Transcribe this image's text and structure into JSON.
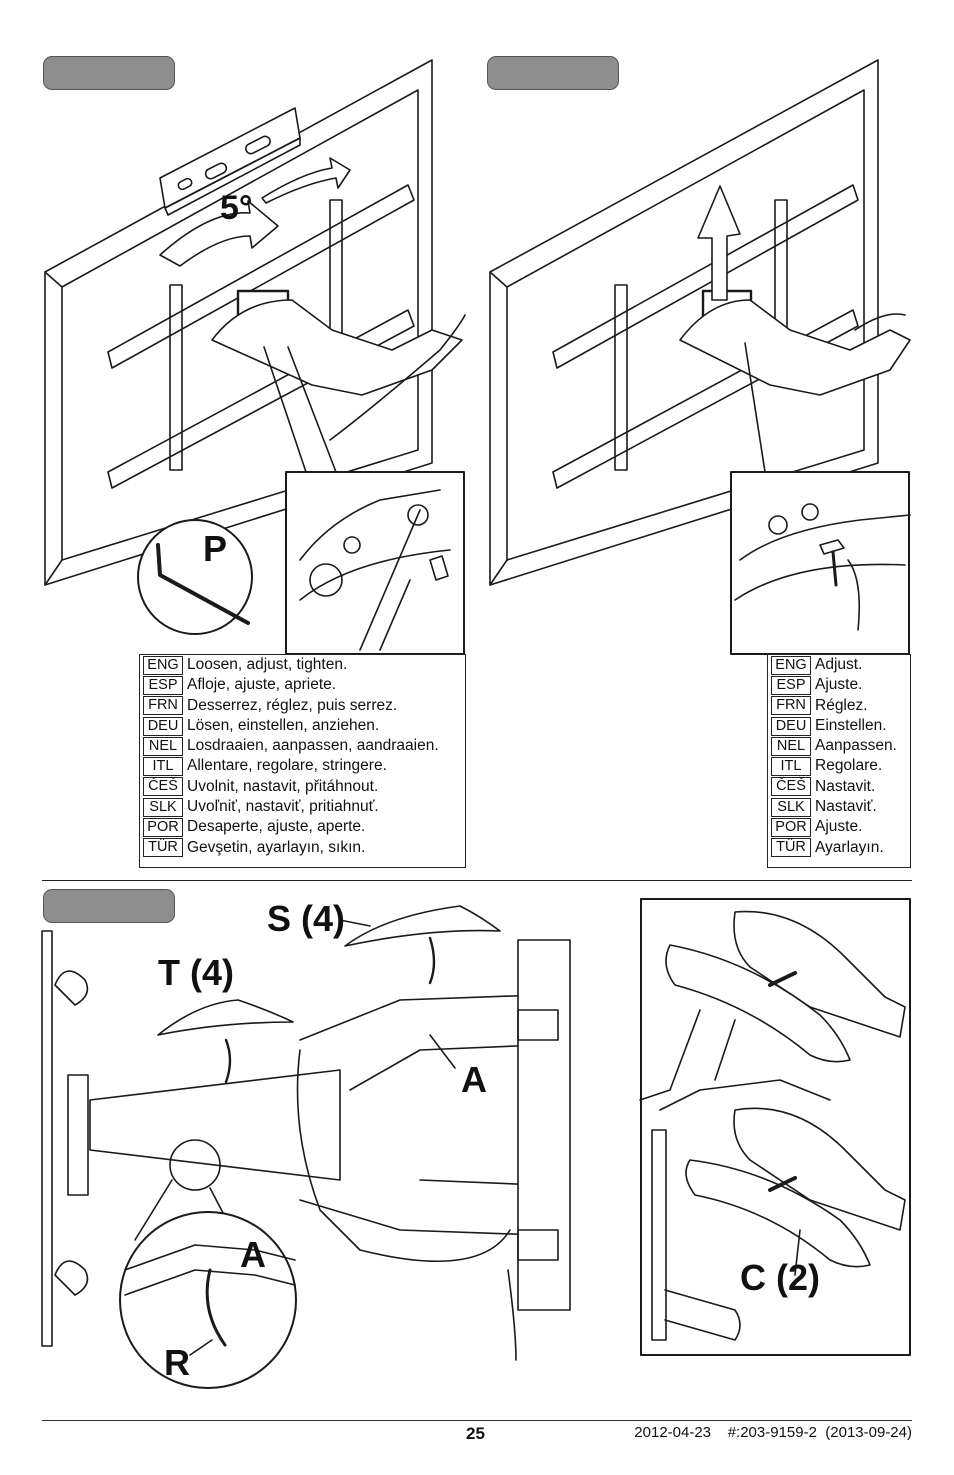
{
  "panel_labels": {
    "deg": "5°",
    "p": "P",
    "s": "S (4)",
    "t": "T (4)",
    "a1": "A",
    "a2": "A",
    "r": "R",
    "c": "C (2)"
  },
  "left_table": [
    {
      "code": "ENG",
      "text": "Loosen, adjust, tighten."
    },
    {
      "code": "ESP",
      "text": "Afloje, ajuste, apriete."
    },
    {
      "code": "FRN",
      "text": "Desserrez, réglez, puis serrez."
    },
    {
      "code": "DEU",
      "text": "Lösen, einstellen, anziehen."
    },
    {
      "code": "NEL",
      "text": "Losdraaien, aanpassen, aandraaien."
    },
    {
      "code": "ITL",
      "text": "Allentare, regolare, stringere."
    },
    {
      "code": "ČEŠ",
      "text": "Uvolnit, nastavit, přitáhnout."
    },
    {
      "code": "SLK",
      "text": "Uvoľniť, nastaviť, pritiahnuť."
    },
    {
      "code": "POR",
      "text": "Desaperte, ajuste, aperte."
    },
    {
      "code": "TÜR",
      "text": "Gevşetin, ayarlayın, sıkın."
    }
  ],
  "right_table": [
    {
      "code": "ENG",
      "text": "Adjust."
    },
    {
      "code": "ESP",
      "text": "Ajuste."
    },
    {
      "code": "FRN",
      "text": "Réglez."
    },
    {
      "code": "DEU",
      "text": "Einstellen."
    },
    {
      "code": "NEL",
      "text": "Aanpassen."
    },
    {
      "code": "ITL",
      "text": "Regolare."
    },
    {
      "code": "ČEŠ",
      "text": "Nastavit."
    },
    {
      "code": "SLK",
      "text": "Nastaviť."
    },
    {
      "code": "POR",
      "text": "Ajuste."
    },
    {
      "code": "TÜR",
      "text": "Ayarlayın."
    }
  ],
  "footer": {
    "page_number": "25",
    "doc_id": "2012-04-23    #:203-9159-2  (2013-09-24)"
  }
}
